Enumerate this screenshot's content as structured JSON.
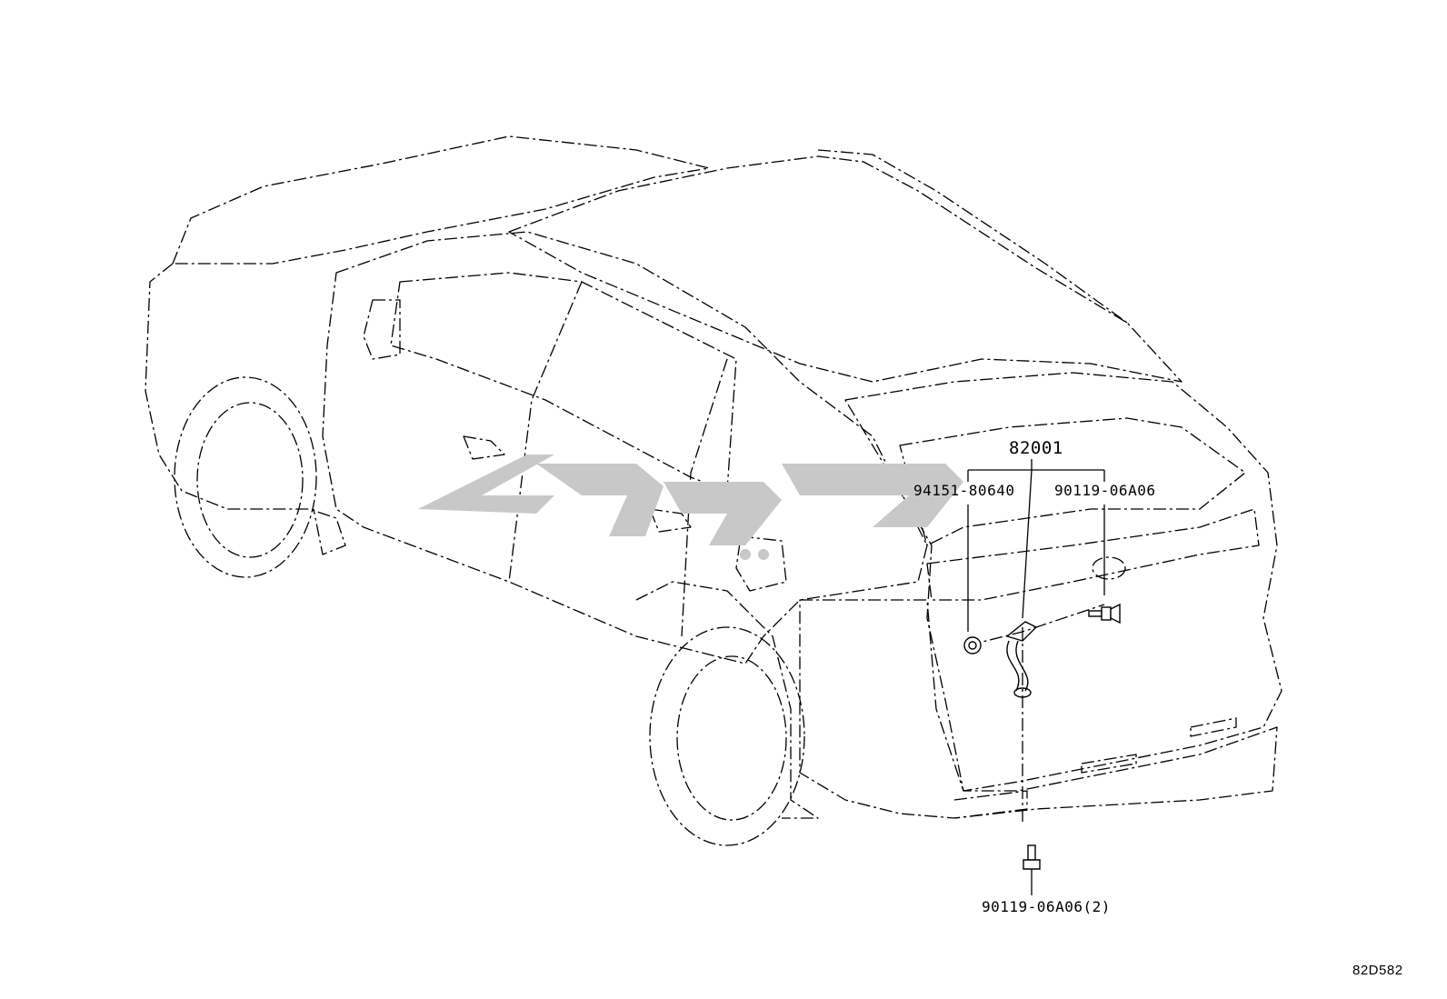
{
  "diagram": {
    "callouts": {
      "assembly": "82001",
      "left_part": "94151-80640",
      "right_part": "90119-06A06",
      "bottom_part": "90119-06A06(2)"
    },
    "figure_code": "82D582"
  },
  "colors": {
    "line": "#000000",
    "watermark": "#c8c8c8",
    "background": "#ffffff"
  }
}
